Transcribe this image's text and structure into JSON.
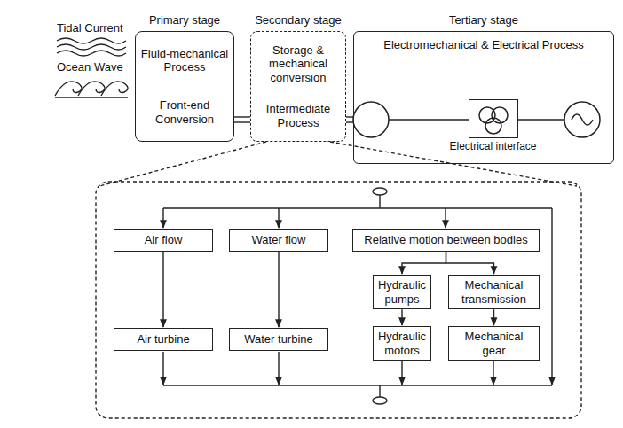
{
  "diagram": {
    "nodes": [
      {
        "text": [
          "Primary stage",
          "Fluid-mechanical Process",
          "Front-end Conversion"
        ]
      },
      {
        "text": [
          "Secondary stage",
          "Storage & mechanical conversion",
          "Intermediate Process"
        ]
      },
      {
        "text": [
          "Tertiary stage",
          "Electromechanical & Electrical Process"
        ]
      },
      {
        "text": [
          "Electrical interface"
        ],
        "in": 2
      },
      {
        "text": [
          "Air flow"
        ]
      },
      {
        "text": [
          "Water flow"
        ]
      },
      {
        "text": [
          "Relative motion between bodies"
        ]
      },
      {
        "text": [
          "Hydraulic pumps"
        ]
      },
      {
        "text": [
          "Mechanical transmission"
        ]
      },
      {
        "text": [
          "Air turbine"
        ]
      },
      {
        "text": [
          "Water turbine"
        ]
      },
      {
        "text": [
          "Hydraulic motors"
        ]
      },
      {
        "text": [
          "Mechanical gear"
        ]
      }
    ],
    "edges": [
      {
        "from": 0,
        "to": 1,
        "arrow": "none"
      },
      {
        "from": 1,
        "to": 2,
        "arrow": "none"
      },
      {
        "from": 4,
        "to": 9,
        "arrow": "to"
      },
      {
        "from": 5,
        "to": 10,
        "arrow": "to"
      },
      {
        "from": 6,
        "to": 7,
        "arrow": "to"
      },
      {
        "from": 6,
        "to": 8,
        "arrow": "to"
      },
      {
        "from": 7,
        "to": 11,
        "arrow": "to"
      },
      {
        "from": 8,
        "to": 12,
        "arrow": "to"
      }
    ],
    "labels": [
      "Tidal Current",
      "Ocean Wave"
    ]
  }
}
